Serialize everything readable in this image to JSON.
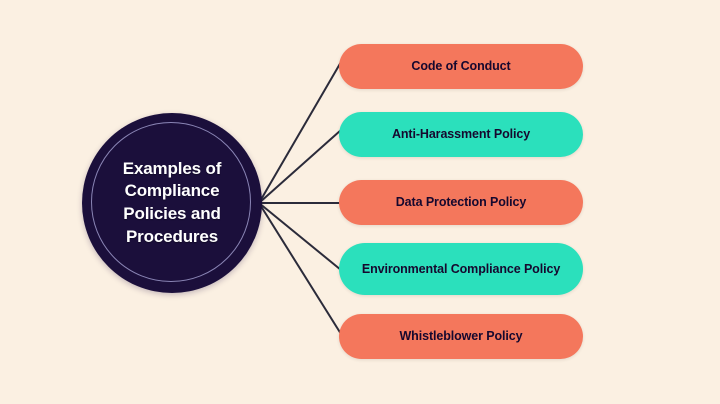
{
  "diagram": {
    "type": "hub-and-spoke mind map",
    "background_color": "#FBF0E2",
    "hub": {
      "label": "Examples of Compliance Policies and Procedures",
      "lines": [
        "Examples of",
        "Compliance",
        "Policies and",
        "Procedures"
      ],
      "fill_color": "#1B0F3B",
      "ring_color": "#8A85B5",
      "text_color": "#FFFFFF"
    },
    "connector_color": "#2B2B3A",
    "nodes": [
      {
        "id": "code-of-conduct",
        "label": "Code of Conduct",
        "fill_color": "#F4775C",
        "text_color": "#16082E"
      },
      {
        "id": "anti-harassment-policy",
        "label": "Anti-Harassment Policy",
        "fill_color": "#2BE0BC",
        "text_color": "#16082E"
      },
      {
        "id": "data-protection-policy",
        "label": "Data Protection Policy",
        "fill_color": "#F4775C",
        "text_color": "#16082E"
      },
      {
        "id": "environmental-compliance-policy",
        "label": "Environmental Compliance Policy",
        "fill_color": "#2BE0BC",
        "text_color": "#16082E"
      },
      {
        "id": "whistleblower-policy",
        "label": "Whistleblower Policy",
        "fill_color": "#F4775C",
        "text_color": "#16082E"
      }
    ]
  }
}
